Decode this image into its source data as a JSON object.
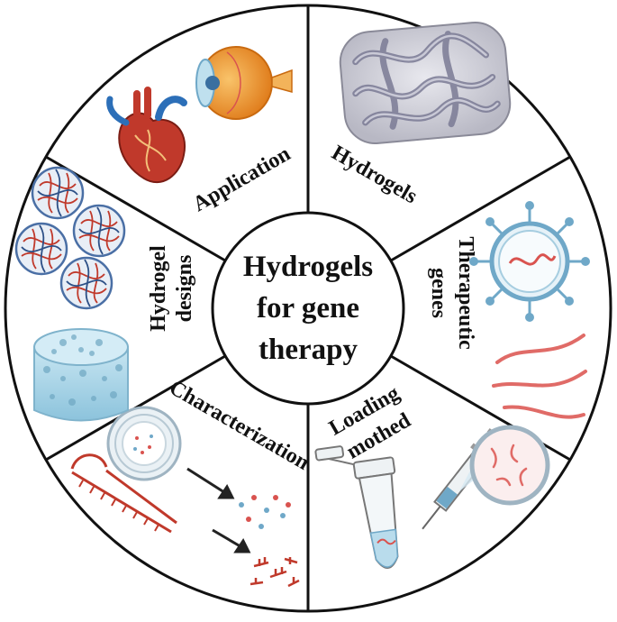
{
  "center": {
    "title_lines": [
      "Hydrogels",
      "for gene",
      "therapy"
    ]
  },
  "segments": [
    {
      "id": "hydrogels",
      "label_lines": [
        "Hydrogels"
      ],
      "icon": "hydrogel-network-icon"
    },
    {
      "id": "therapeutic-genes",
      "label_lines": [
        "Therapeutic",
        "genes"
      ],
      "icon": "viral-vector-icon"
    },
    {
      "id": "loading-method",
      "label_lines": [
        "Loading",
        "mothed"
      ],
      "icon": "syringe-tube-icon"
    },
    {
      "id": "characterization",
      "label_lines": [
        "Characterization"
      ],
      "icon": "nucleic-acid-release-icon"
    },
    {
      "id": "hydrogel-designs",
      "label_lines": [
        "Hydrogel",
        "designs"
      ],
      "icon": "microgel-scaffold-icon"
    },
    {
      "id": "application",
      "label_lines": [
        "Application"
      ],
      "icon": "heart-eye-icon"
    }
  ],
  "colors": {
    "outline": "#111111",
    "nucleic_acid": "#d9534f",
    "vector_blue": "#6fa8c8",
    "scaffold_blue": "#a8d4e6",
    "hydrogel_gray": "#9a9aa8"
  }
}
